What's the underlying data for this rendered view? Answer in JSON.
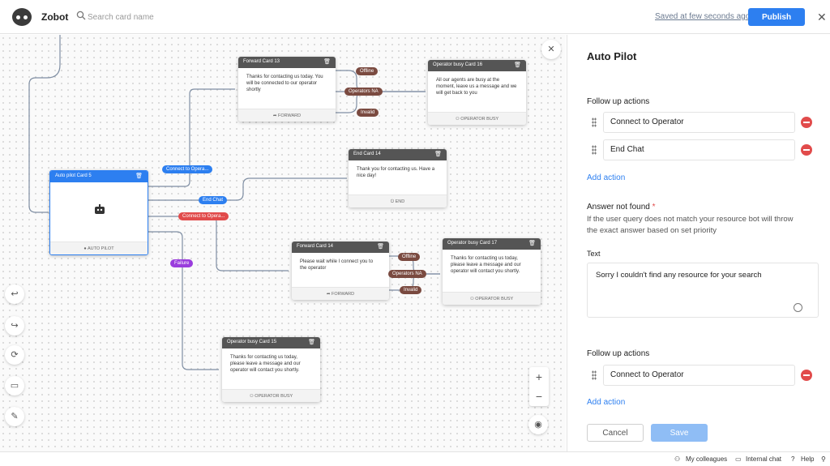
{
  "topbar": {
    "app_name": "Zobot",
    "search_placeholder": "Search card name",
    "saved_status": "Saved at few seconds ago",
    "publish_label": "Publish",
    "close_glyph": "✕"
  },
  "canvas": {
    "cards": {
      "forward13": {
        "title": "Forward Card 13",
        "body": "Thanks for contacting us today. You will be connected to our operator shortly",
        "footer": "➦ FORWARD"
      },
      "busy16": {
        "title": "Operator busy Card 16",
        "body": "All our agents are busy at the moment, leave us a message and we will get back to you",
        "footer": "⚇ OPERATOR BUSY"
      },
      "end14": {
        "title": "End Card 14",
        "body": "Thank you for contacting us. Have a nice day!",
        "footer": "⏻ END"
      },
      "auto5": {
        "title": "Auto pilot Card 5",
        "footer": "● AUTO PILOT"
      },
      "forward14": {
        "title": "Forward Card 14",
        "body": "Please wait while I connect you to the operator",
        "footer": "➦ FORWARD"
      },
      "busy17": {
        "title": "Operator busy Card 17",
        "body": "Thanks for contacting us today, please leave a message and our operator will contact you shortly.",
        "footer": "⚇ OPERATOR BUSY"
      },
      "busy15": {
        "title": "Operator busy Card 15",
        "body": "Thanks for contacting us today, please leave a message and our operator will contact you shortly.",
        "footer": "⚇ OPERATOR BUSY"
      }
    },
    "pills": {
      "offline1": "Offline",
      "opna1": "Operators NA",
      "invalid1": "Invalid",
      "connect_blue": "Connect to Opera...",
      "end_chat": "End Chat",
      "connect_red": "Connect to Opera...",
      "failure": "Failure",
      "offline2": "Offline",
      "opna2": "Operators NA",
      "invalid2": "Invalid"
    },
    "tools": {
      "undo": "↩",
      "redo": "↪",
      "refresh": "⟳",
      "screen": "▭",
      "wand": "✎",
      "zoom_in": "+",
      "zoom_out": "−",
      "close": "✕",
      "eye": "◉"
    },
    "colors": {
      "wire": "#7f8ea3",
      "blue": "#2d7ff0",
      "red": "#e14b4b",
      "purple": "#9a3ddd",
      "brown": "#7a4a40"
    }
  },
  "panel": {
    "title": "Auto Pilot",
    "follow_up_label_1": "Follow up actions",
    "actions_1": [
      "Connect to Operator",
      "End Chat"
    ],
    "add_action_1": "Add action",
    "answer_not_found_label": "Answer not found",
    "required_mark": "*",
    "answer_desc": "If the user query does not match your resource bot will throw the exact answer based on set priority",
    "text_label": "Text",
    "text_value": "Sorry I couldn't find any resource for your search",
    "follow_up_label_2": "Follow up actions",
    "actions_2": [
      "Connect to Operator"
    ],
    "add_action_2": "Add action",
    "cancel_label": "Cancel",
    "save_label": "Save"
  },
  "footer": {
    "colleagues": "My colleagues",
    "internal_chat": "Internal chat",
    "help": "Help"
  }
}
